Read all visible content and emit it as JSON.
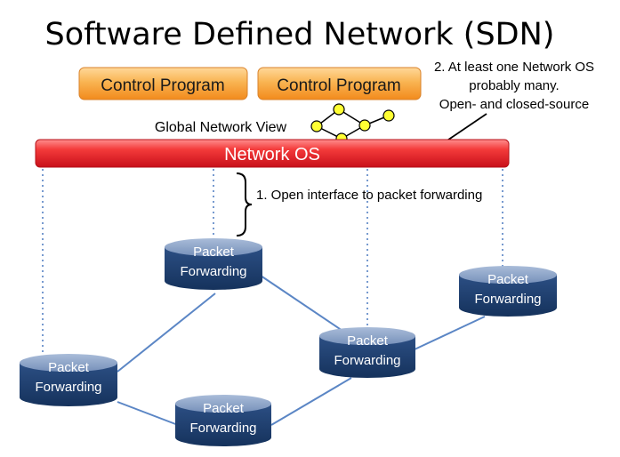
{
  "title": "Software Defined Network (SDN)",
  "control_programs": [
    {
      "label": "Control Program"
    },
    {
      "label": "Control Program"
    }
  ],
  "global_view_label": "Global Network View",
  "network_os_label": "Network OS",
  "annotation_1": "1. Open interface to packet forwarding",
  "annotation_2": {
    "line1": "2. At least one Network OS",
    "line2": "probably many.",
    "line3": "Open- and closed-source"
  },
  "forwarding_nodes": [
    {
      "line1": "Packet",
      "line2": "Forwarding"
    },
    {
      "line1": "Packet",
      "line2": "Forwarding"
    },
    {
      "line1": "Packet",
      "line2": "Forwarding"
    },
    {
      "line1": "Packet",
      "line2": "Forwarding"
    },
    {
      "line1": "Packet",
      "line2": "Forwarding"
    }
  ],
  "colors": {
    "control_orange": "#f7a23c",
    "network_os_red": "#e8202a",
    "cylinder_blue": "#1f3f6f",
    "cylinder_top": "#8fa6c9",
    "link_blue": "#5b86c5",
    "graph_node_yellow": "#ffff33"
  }
}
